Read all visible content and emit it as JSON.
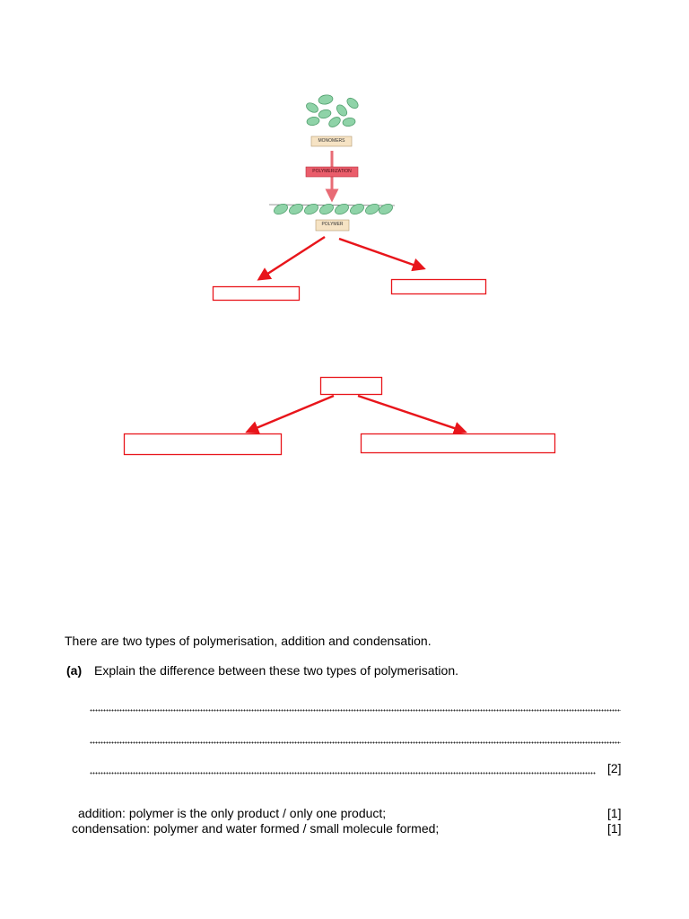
{
  "diagram": {
    "monomers_label": "MONOMERS",
    "polymerization_label": "POLYMERIZATION",
    "polymer_label": "POLYMER",
    "accent_color": "#e8151b",
    "bead_color": "#8fd3a8",
    "bead_stroke": "#4f9e6c"
  },
  "question": {
    "intro": "There are two types of polymerisation, addition and condensation.",
    "part_a_letter": "(a)",
    "part_a_text": "Explain the difference between these two types of polymerisation.",
    "mark_total": "[2]"
  },
  "answers": [
    {
      "text": "addition: polymer is the only product / only one product;",
      "mark": "[1]"
    },
    {
      "text": "condensation: polymer and water formed / small molecule formed;",
      "mark": "[1]"
    }
  ]
}
